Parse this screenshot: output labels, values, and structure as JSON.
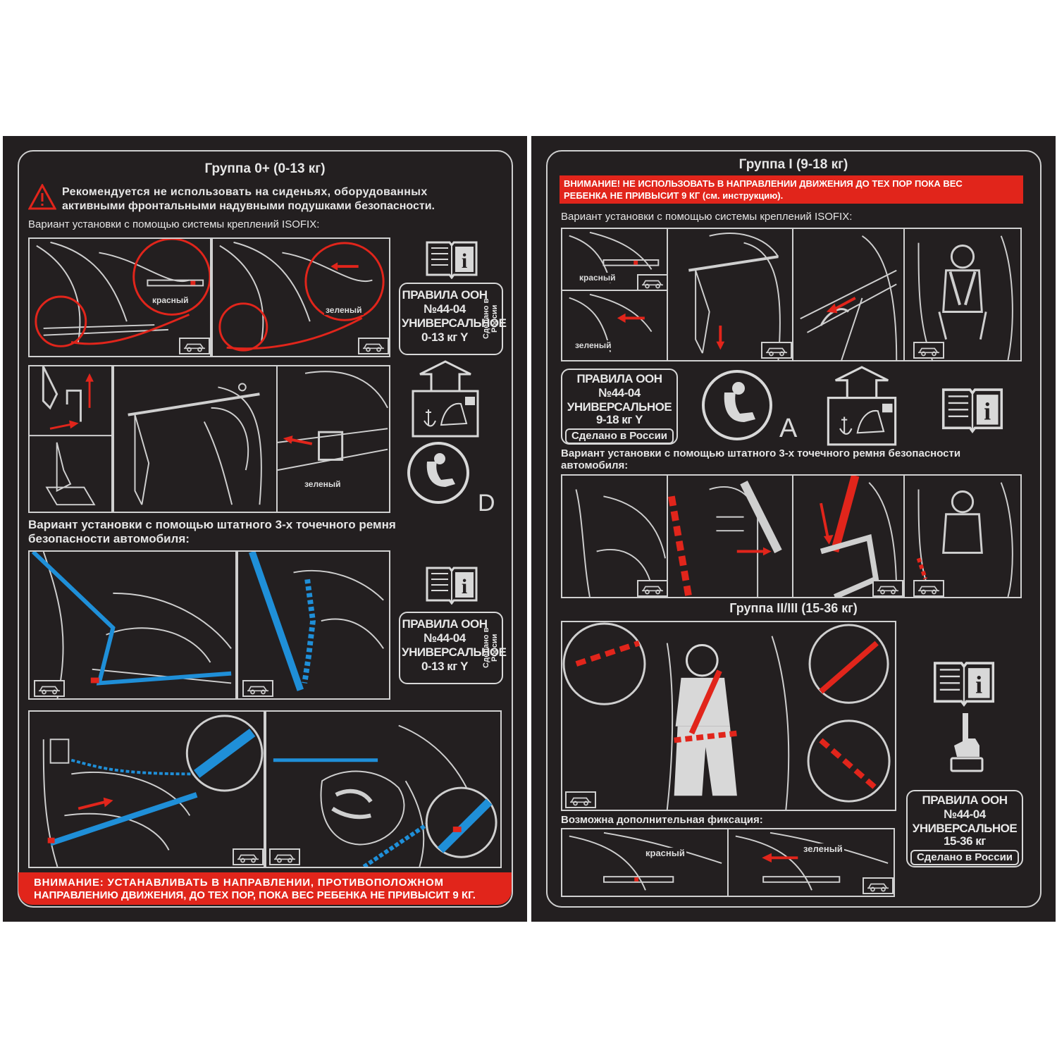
{
  "left": {
    "title": "Группа 0+ (0-13 кг)",
    "warning_line1": "Рекомендуется не использовать на сиденьях, оборудованных",
    "warning_line2": "активными фронтальными надувными подушками безопасности.",
    "isofix_heading": "Вариант установки с помощью системы креплений ISOFIX:",
    "label_red": "красный",
    "label_green": "зеленый",
    "label_green2": "зеленый",
    "badge1": {
      "l1": "ПРАВИЛА ООН",
      "l2": "№44-04",
      "l3": "УНИВЕРСАЛЬНОЕ",
      "l4": "0-13 кг Y",
      "side": "Сделано в России"
    },
    "isofix_class": "D",
    "belt_heading_line1": "Вариант установки с помощью штатного 3-х точечного ремня",
    "belt_heading_line2": "безопасности автомобиля:",
    "badge2": {
      "l1": "ПРАВИЛА ООН",
      "l2": "№44-04",
      "l3": "УНИВЕРСАЛЬНОЕ",
      "l4": "0-13 кг Y",
      "side": "Сделано в России"
    },
    "bottom_warning_line1": "ВНИМАНИЕ: УСТАНАВЛИВАТЬ В НАПРАВЛЕНИИ, ПРОТИВОПОЛОЖНОМ",
    "bottom_warning_line2": "НАПРАВЛЕНИЮ ДВИЖЕНИЯ, ДО ТЕХ ПОР, ПОКА ВЕС РЕБЕНКА НЕ ПРИВЫСИТ 9 КГ."
  },
  "right": {
    "title": "Группа I (9-18 кг)",
    "top_warning_line1": "ВНИМАНИЕ! НЕ ИСПОЛЬЗОВАТЬ В НАПРАВЛЕНИИ ДВИЖЕНИЯ ДО ТЕХ ПОР ПОКА ВЕС",
    "top_warning_line2": "РЕБЕНКА НЕ ПРИВЫСИТ 9 КГ (см. инструкцию).",
    "isofix_heading": "Вариант установки с помощью системы креплений ISOFIX:",
    "label_red": "красный",
    "label_green": "зеленый",
    "badge1": {
      "l1": "ПРАВИЛА ООН",
      "l2": "№44-04",
      "l3": "УНИВЕРСАЛЬНОЕ",
      "l4": "9-18 кг Y",
      "made": "Сделано в России"
    },
    "isofix_class": "A",
    "belt_heading_line1": "Вариант установки с помощью штатного 3-х точечного ремня безопасности",
    "belt_heading_line2": "автомобиля:",
    "group2_title": "Группа II/III (15-36 кг)",
    "extra_heading": "Возможна дополнительная фиксация:",
    "label_red2": "красный",
    "label_green2": "зеленый",
    "badge2": {
      "l1": "ПРАВИЛА ООН",
      "l2": "№44-04",
      "l3": "УНИВЕРСАЛЬНОЕ",
      "l4": "15-36 кг",
      "made": "Сделано в России"
    }
  },
  "colors": {
    "background": "#231f20",
    "line": "#d0d0d0",
    "red": "#e1251b",
    "blue": "#1f8fd8"
  }
}
